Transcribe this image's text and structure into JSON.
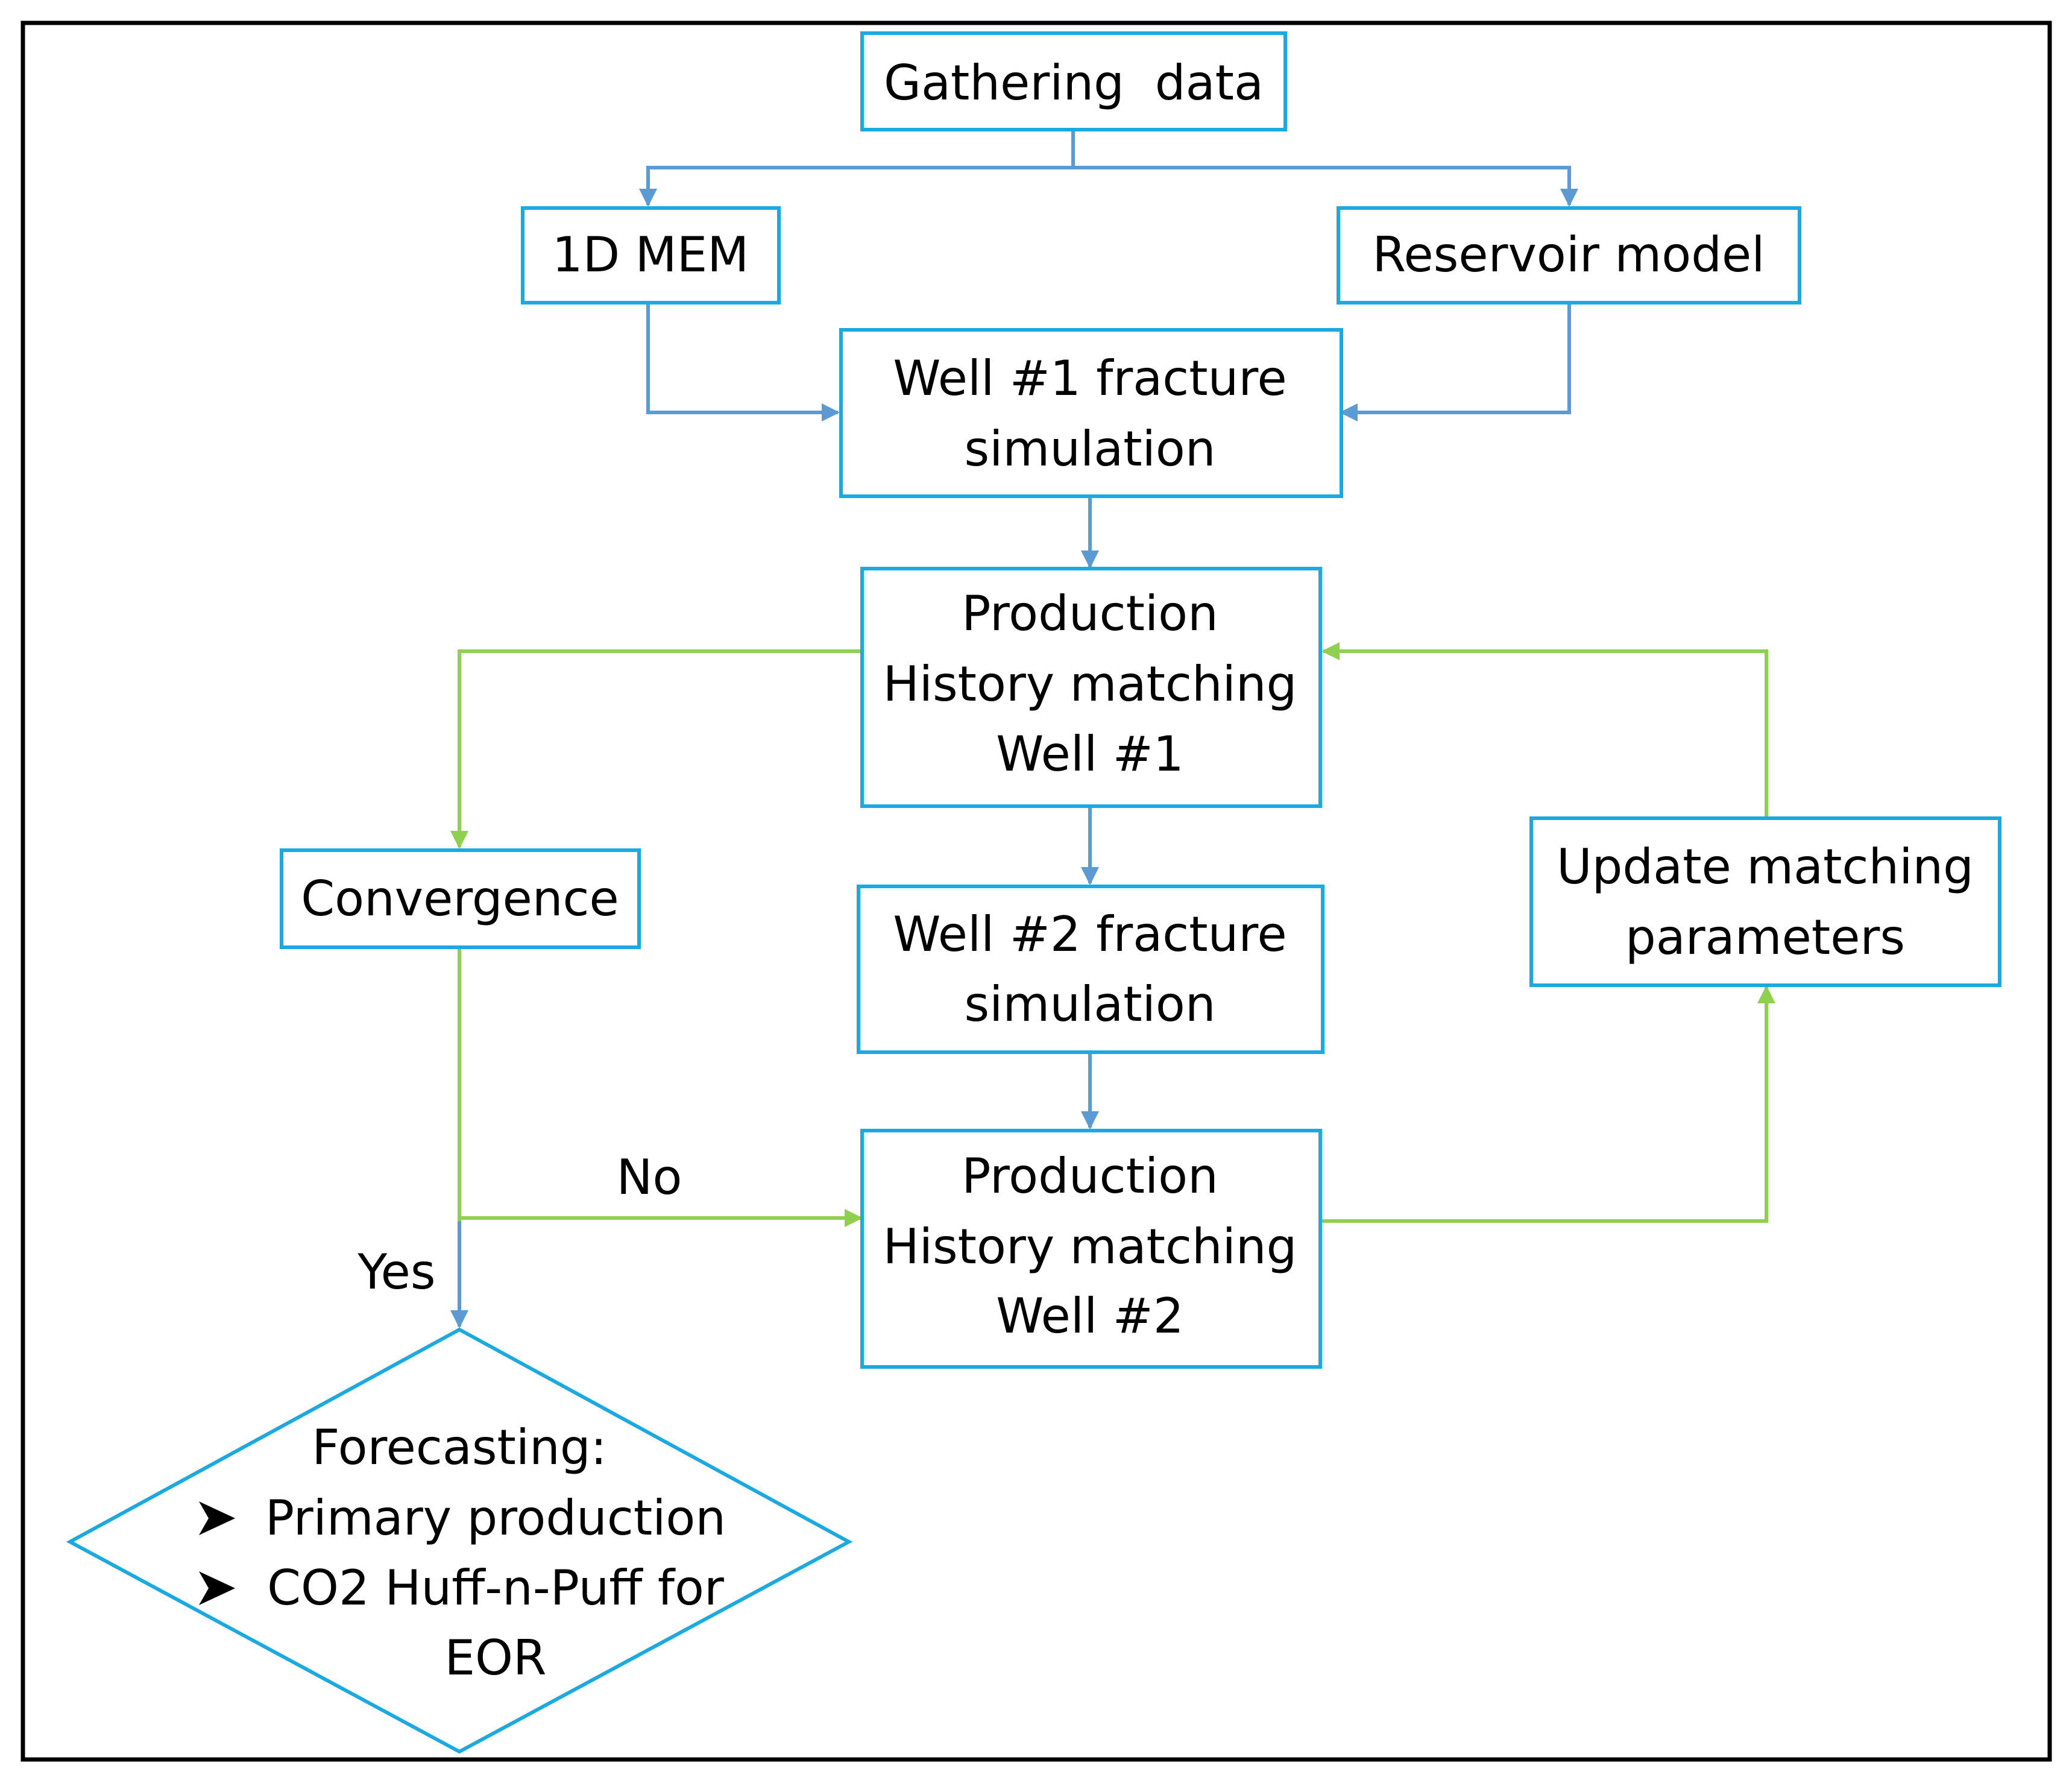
{
  "colors": {
    "frame": "#000000",
    "box_stroke": "#1ba9e1",
    "arrow_blue": "#5b9bd5",
    "arrow_green": "#8fd14f",
    "text": "#000000"
  },
  "nodes": {
    "gathering": {
      "lines": [
        "Gathering  data"
      ]
    },
    "mem": {
      "lines": [
        "1D MEM"
      ]
    },
    "reservoir": {
      "lines": [
        "Reservoir model"
      ]
    },
    "well1_frac": {
      "lines": [
        "Well #1 fracture",
        "simulation"
      ]
    },
    "hm1": {
      "lines": [
        "Production",
        "History matching",
        "Well #1"
      ]
    },
    "convergence": {
      "lines": [
        "Convergence"
      ]
    },
    "well2_frac": {
      "lines": [
        "Well #2 fracture",
        "simulation"
      ]
    },
    "update": {
      "lines": [
        "Update matching",
        "parameters"
      ]
    },
    "hm2": {
      "lines": [
        "Production",
        "History matching",
        "Well #2"
      ]
    }
  },
  "forecast": {
    "title": "Forecasting:",
    "bullet_icon": "arrowhead-bullet-icon",
    "items": [
      "Primary production",
      "CO2 Huff-n-Puff for",
      "EOR"
    ]
  },
  "edge_labels": {
    "no": "No",
    "yes": "Yes"
  }
}
